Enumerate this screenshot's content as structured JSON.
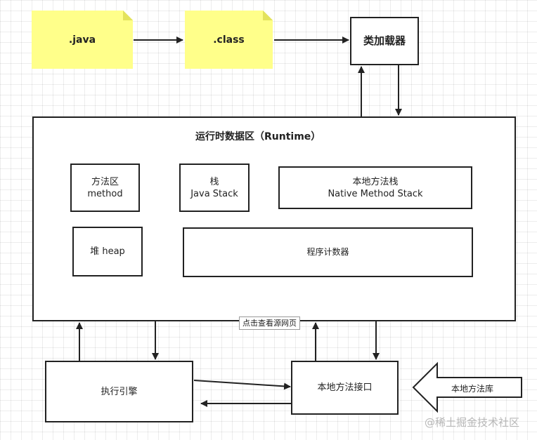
{
  "nodes": {
    "java": ".java",
    "class": ".class",
    "classloader": "类加载器",
    "runtime_title": "运行时数据区（Runtime）",
    "method_area": {
      "line1": "方法区",
      "line2": "method"
    },
    "stack": {
      "line1": "栈",
      "line2": "Java Stack"
    },
    "native_stack": {
      "line1": "本地方法栈",
      "line2": "Native Method Stack"
    },
    "heap": "堆 heap",
    "pc": "程序计数器",
    "exec_engine": "执行引擎",
    "native_interface": "本地方法接口",
    "native_lib": "本地方法库"
  },
  "overlay": {
    "tooltip": "点击查看源网页"
  },
  "watermark": "@稀土掘金技术社区"
}
